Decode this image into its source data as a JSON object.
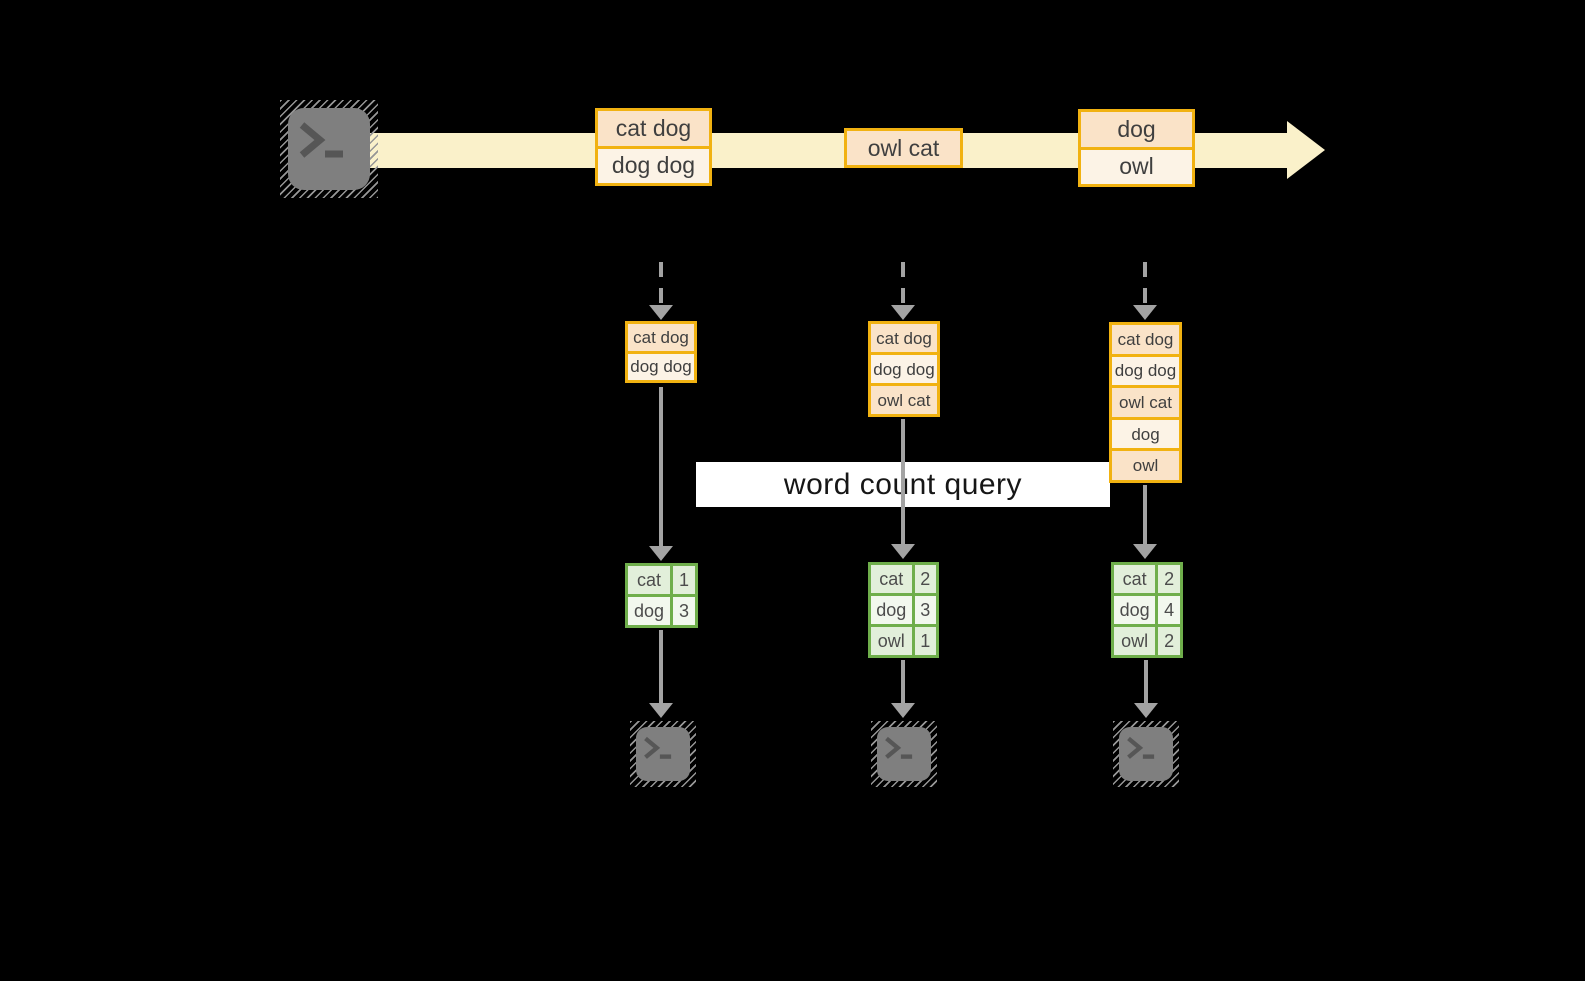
{
  "title_label": "word count query",
  "icons": {
    "source": "terminal-icon",
    "sinks": [
      "terminal-icon",
      "terminal-icon",
      "terminal-icon"
    ],
    "terminal_prompt": ">_"
  },
  "colors": {
    "background": "#000000",
    "stream_band": "#FAF1CA",
    "event_border": "#F1B211",
    "event_fill_peach": "#FAE3C8",
    "event_fill_cream": "#FCF3E6",
    "table_border": "#6FAE4B",
    "table_fill_green": "#E2EFDA",
    "table_fill_pale": "#F2F8EE",
    "arrow_gray": "#A3A3A3",
    "terminal_body": "#7F7F7F",
    "label_background": "#FFFFFF"
  },
  "events": [
    {
      "rows": [
        "cat dog",
        "dog dog"
      ]
    },
    {
      "rows": [
        "owl cat"
      ]
    },
    {
      "rows": [
        "dog",
        "owl"
      ]
    }
  ],
  "micro_batches": [
    {
      "state_rows": [
        "cat dog",
        "dog dog"
      ],
      "counts": [
        {
          "word": "cat",
          "count": "1"
        },
        {
          "word": "dog",
          "count": "3"
        }
      ]
    },
    {
      "state_rows": [
        "cat dog",
        "dog dog",
        "owl cat"
      ],
      "counts": [
        {
          "word": "cat",
          "count": "2"
        },
        {
          "word": "dog",
          "count": "3"
        },
        {
          "word": "owl",
          "count": "1"
        }
      ]
    },
    {
      "state_rows": [
        "cat dog",
        "dog dog",
        "owl cat",
        "dog",
        "owl"
      ],
      "counts": [
        {
          "word": "cat",
          "count": "2"
        },
        {
          "word": "dog",
          "count": "4"
        },
        {
          "word": "owl",
          "count": "2"
        }
      ]
    }
  ]
}
